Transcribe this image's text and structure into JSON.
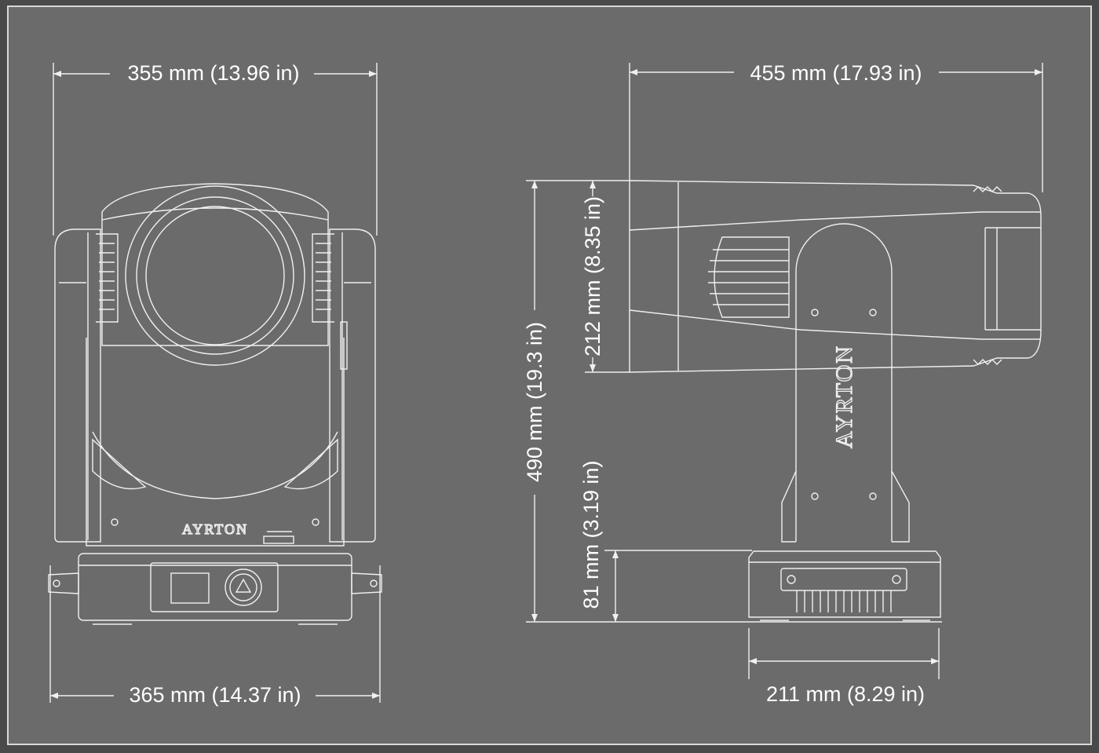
{
  "colors": {
    "background": "#6b6b6b",
    "frame": "#d9d9d9",
    "line": "#f0f0f0",
    "text": "#ffffff"
  },
  "dimensions": {
    "front_width_top": "355 mm (13.96 in)",
    "front_width_bottom": "365 mm (14.37 in)",
    "side_length": "455 mm (17.93 in)",
    "head_height": "212 mm (8.35 in)",
    "total_height": "490 mm (19.3 in)",
    "base_height": "81 mm (3.19 in)",
    "base_depth": "211 mm (8.29 in)"
  },
  "logos": {
    "front": "AYRTON",
    "side": "AYRTON"
  }
}
